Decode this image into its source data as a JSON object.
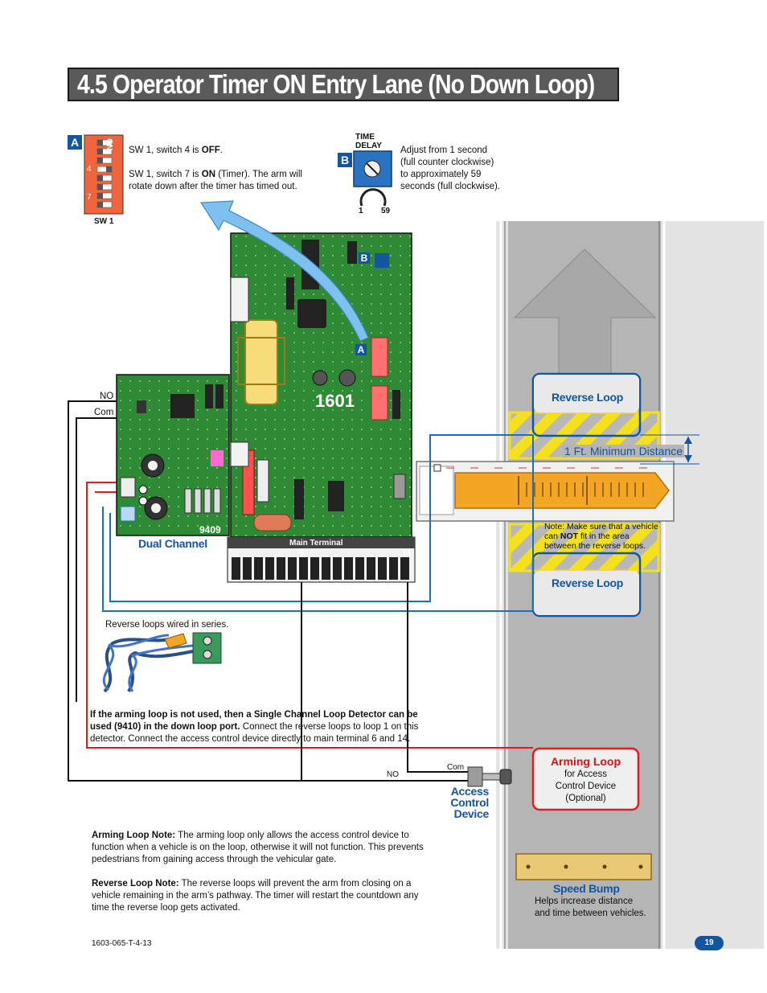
{
  "title": "4.5 Operator Timer ON Entry Lane (No Down Loop)",
  "sw1": {
    "badge": "A",
    "on_label": "ON",
    "switch_numbers": [
      "4",
      "7"
    ],
    "label": "SW 1",
    "note_line1_pre": "SW 1, switch 4 is ",
    "note_line1_bold": "OFF",
    "note_line1_post": ".",
    "note_line2_pre": "SW 1, switch 7 is ",
    "note_line2_bold": "ON",
    "note_line2_post": " (Timer). The arm will",
    "note_line3": "rotate down after the timer has timed out."
  },
  "time_delay": {
    "badge": "B",
    "label_line1": "TIME",
    "label_line2": "DELAY",
    "min": "1",
    "max": "59",
    "note": [
      "Adjust from 1 second",
      "(full counter clockwise)",
      "to approximately 59",
      "seconds (full clockwise)."
    ]
  },
  "board_1601": {
    "label": "1601",
    "badge_a": "A",
    "badge_b": "B",
    "terminal_label": "Main Terminal",
    "terminal_6": "6",
    "terminal_14": "14"
  },
  "board_9409": {
    "label": "9409",
    "caption": "Dual Channel",
    "no_label": "NO",
    "com_label": "Com"
  },
  "loops": {
    "reverse_top": "Reverse Loop",
    "reverse_bottom": "Reverse Loop",
    "min_distance": "1 Ft. Minimum Distance",
    "vehicle_note_line1": "Note: Make sure that a vehicle",
    "vehicle_note_line2_pre": "can ",
    "vehicle_note_line2_bold": "NOT",
    "vehicle_note_line2_post": " fit in the area",
    "vehicle_note_line3": "between the reverse loops.",
    "arming_title": "Arming Loop",
    "arming_sub": [
      "for Access",
      "Control Device",
      "(Optional)"
    ]
  },
  "series_note": "Reverse loops wired in series.",
  "single_channel_note": {
    "bold1": "If the arming loop is not used, then a Single Channel Loop Detector can be",
    "bold2": "used (9410) in the down loop port.",
    "rest2": " Connect the reverse loops to loop 1 on this",
    "line3": "detector. Connect the access control device directly to main terminal 6 and 14."
  },
  "access_control": {
    "com": "Com",
    "no": "NO",
    "label": [
      "Access",
      "Control",
      "Device"
    ]
  },
  "arming_note": {
    "bold": "Arming Loop Note:",
    "line1": " The arming loop only allows the access control device to",
    "line2": "function when a vehicle is on the loop, otherwise it will not function. This prevents",
    "line3": "pedestrians from gaining access through the vehicular gate."
  },
  "reverse_note": {
    "bold": "Reverse Loop Note:",
    "line1": " The reverse loops will prevent the arm from closing on a",
    "line2": "vehicle remaining in the arm’s pathway. The timer will restart the countdown any",
    "line3": "time the reverse loop gets activated."
  },
  "speed_bump": {
    "title": "Speed Bump",
    "line1": "Helps increase distance",
    "line2": "and time between vehicles."
  },
  "footer": {
    "doc_id": "1603-065-T-4-13",
    "page": "19"
  },
  "colors": {
    "accent_blue": "#1455a0",
    "board_green": "#2e8a34",
    "loop_red": "#e21b1b",
    "title_gray": "#5a5a5a",
    "hazard_yellow": "#f4e01c",
    "arm_orange": "#f2a623"
  }
}
